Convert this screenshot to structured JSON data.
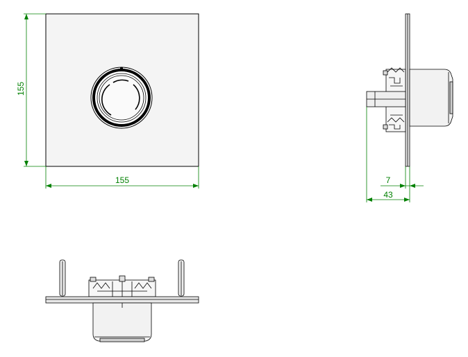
{
  "colors": {
    "outline": "#000000",
    "dimension": "#008000",
    "fill_light": "#f2f2f2",
    "fill_mid": "#dcdcdc",
    "background": "#ffffff"
  },
  "front_view": {
    "height_label": "155",
    "width_label": "155"
  },
  "side_view": {
    "projection_label": "7",
    "depth_label": "43"
  },
  "bottom_view": {}
}
